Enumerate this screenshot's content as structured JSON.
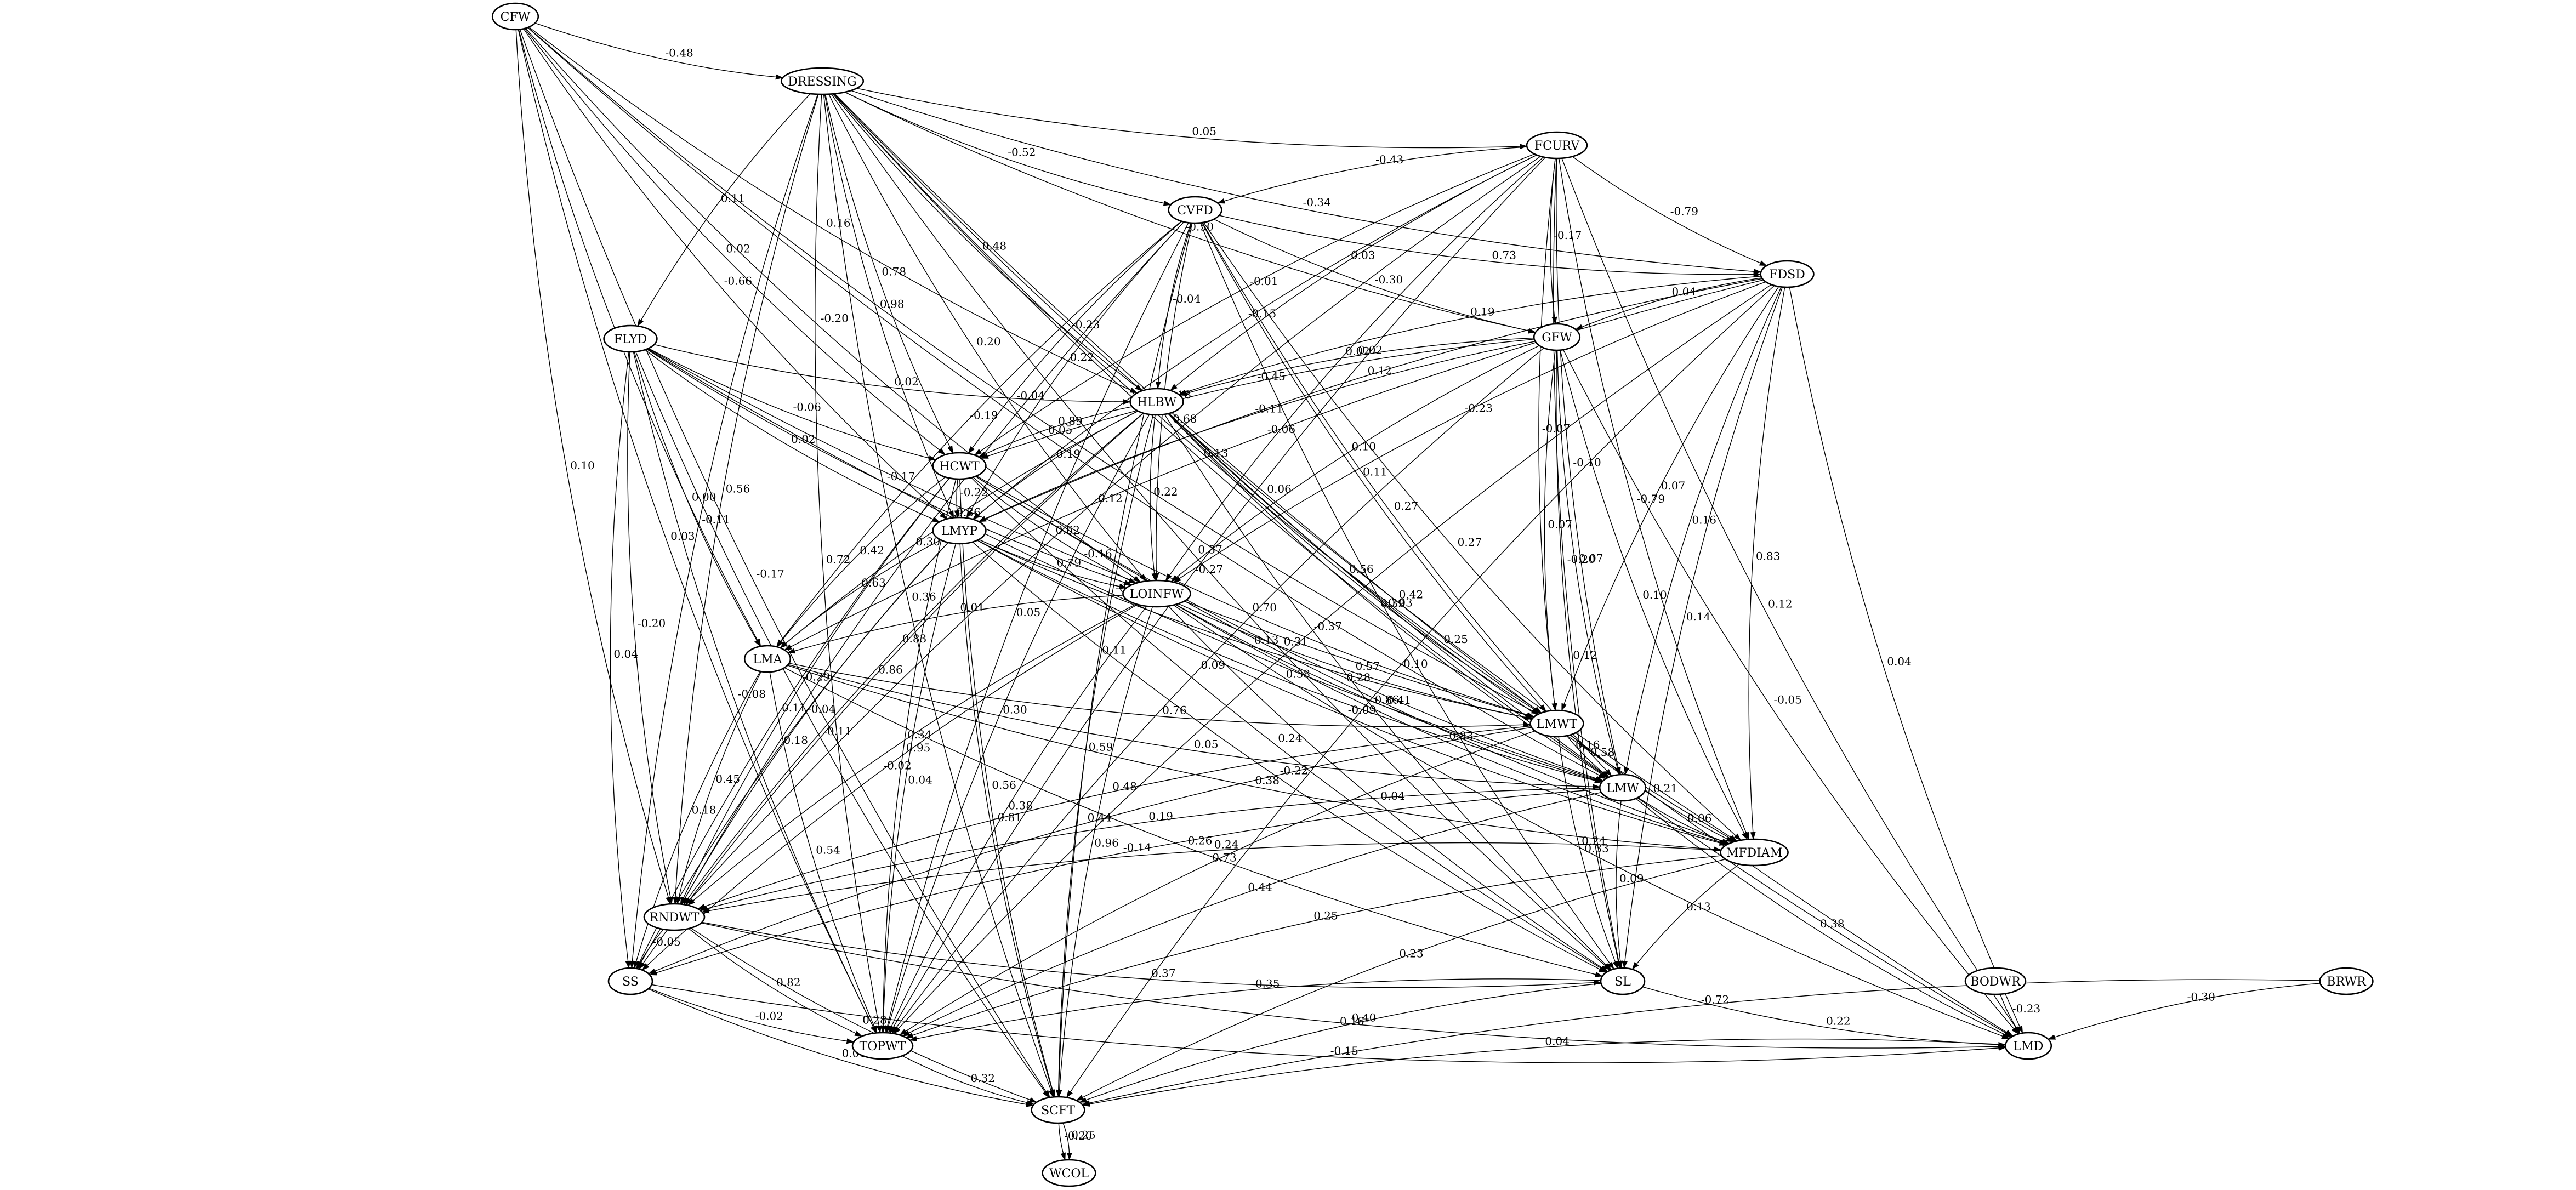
{
  "nodes": [
    {
      "id": "CFW",
      "label": "CFW"
    },
    {
      "id": "DRESSING",
      "label": "DRESSING"
    },
    {
      "id": "FCURV",
      "label": "FCURV"
    },
    {
      "id": "CVFD",
      "label": "CVFD"
    },
    {
      "id": "FDSD",
      "label": "FDSD"
    },
    {
      "id": "GFW",
      "label": "GFW"
    },
    {
      "id": "FLYD",
      "label": "FLYD"
    },
    {
      "id": "HLBW",
      "label": "HLBW"
    },
    {
      "id": "HCWT",
      "label": "HCWT"
    },
    {
      "id": "LMYP",
      "label": "LMYP"
    },
    {
      "id": "LOINFW",
      "label": "LOINFW"
    },
    {
      "id": "LMA",
      "label": "LMA"
    },
    {
      "id": "LMWT",
      "label": "LMWT"
    },
    {
      "id": "LMW",
      "label": "LMW"
    },
    {
      "id": "MFDIAM",
      "label": "MFDIAM"
    },
    {
      "id": "RNDWT",
      "label": "RNDWT"
    },
    {
      "id": "SL",
      "label": "SL"
    },
    {
      "id": "SS",
      "label": "SS"
    },
    {
      "id": "TOPWT",
      "label": "TOPWT"
    },
    {
      "id": "BODWR",
      "label": "BODWR"
    },
    {
      "id": "BRWR",
      "label": "BRWR"
    },
    {
      "id": "LMD",
      "label": "LMD"
    },
    {
      "id": "SCFT",
      "label": "SCFT"
    },
    {
      "id": "WCOL",
      "label": "WCOL"
    }
  ],
  "edges": [
    {
      "from": "CFW",
      "to": "DRESSING",
      "label": "-0.48"
    },
    {
      "from": "CFW",
      "to": "HLBW",
      "label": "0.16"
    },
    {
      "from": "CFW",
      "to": "HCWT",
      "label": "0.02"
    },
    {
      "from": "CFW",
      "to": "LMYP",
      "label": "-0.66"
    },
    {
      "from": "CFW",
      "to": "LOINFW",
      "label": "-0.20"
    },
    {
      "from": "CFW",
      "to": "LMA",
      "label": "0.11"
    },
    {
      "from": "CFW",
      "to": "RNDWT",
      "label": "0.10"
    },
    {
      "from": "CFW",
      "to": "TOPWT",
      "label": "0.03"
    },
    {
      "from": "CFW",
      "to": "LMWT",
      "label": "-0.04"
    },
    {
      "from": "CFW",
      "to": "LMW",
      "label": "0.05"
    },
    {
      "from": "CFW",
      "to": "SCFT",
      "label": "-0.17"
    },
    {
      "from": "DRESSING",
      "to": "FCURV",
      "label": "0.05"
    },
    {
      "from": "DRESSING",
      "to": "CVFD",
      "label": "-0.52"
    },
    {
      "from": "DRESSING",
      "to": "FLYD",
      "label": "0.11"
    },
    {
      "from": "DRESSING",
      "to": "HLBW",
      "label": "0.48"
    },
    {
      "from": "DRESSING",
      "to": "HCWT",
      "label": "0.78"
    },
    {
      "from": "DRESSING",
      "to": "LMYP",
      "label": "0.98"
    },
    {
      "from": "DRESSING",
      "to": "LOINFW",
      "label": "0.20"
    },
    {
      "from": "DRESSING",
      "to": "GFW",
      "label": "-0.50"
    },
    {
      "from": "DRESSING",
      "to": "FDSD",
      "label": "-0.34"
    },
    {
      "from": "DRESSING",
      "to": "LMWT",
      "label": "0.68"
    },
    {
      "from": "DRESSING",
      "to": "LMW",
      "label": "0.13"
    },
    {
      "from": "DRESSING",
      "to": "MFDIAM",
      "label": "0.06"
    },
    {
      "from": "DRESSING",
      "to": "SL",
      "label": "0.37"
    },
    {
      "from": "DRESSING",
      "to": "LMD",
      "label": "0.42"
    },
    {
      "from": "DRESSING",
      "to": "RNDWT",
      "label": "0.56"
    },
    {
      "from": "DRESSING",
      "to": "SS",
      "label": "-0.11"
    },
    {
      "from": "DRESSING",
      "to": "TOPWT",
      "label": "0.72"
    },
    {
      "from": "DRESSING",
      "to": "SCFT",
      "label": "0.36"
    },
    {
      "from": "FCURV",
      "to": "CVFD",
      "label": "-0.43"
    },
    {
      "from": "FCURV",
      "to": "FDSD",
      "label": "-0.79"
    },
    {
      "from": "FCURV",
      "to": "GFW",
      "label": "-0.17"
    },
    {
      "from": "FCURV",
      "to": "HLBW",
      "label": "0.03"
    },
    {
      "from": "FCURV",
      "to": "HCWT",
      "label": "-0.01"
    },
    {
      "from": "FCURV",
      "to": "LMYP",
      "label": "-0.15"
    },
    {
      "from": "FCURV",
      "to": "LOINFW",
      "label": "0.02"
    },
    {
      "from": "FCURV",
      "to": "LMWT",
      "label": "-0.07"
    },
    {
      "from": "FCURV",
      "to": "LMW",
      "label": "-0.10"
    },
    {
      "from": "FCURV",
      "to": "MFDIAM",
      "label": "-0.79"
    },
    {
      "from": "FCURV",
      "to": "SL",
      "label": "-0.20"
    },
    {
      "from": "FCURV",
      "to": "LMD",
      "label": "0.12"
    },
    {
      "from": "FCURV",
      "to": "RNDWT",
      "label": "-0.12"
    },
    {
      "from": "FCURV",
      "to": "TOPWT",
      "label": "-0.27"
    },
    {
      "from": "CVFD",
      "to": "FDSD",
      "label": "0.73"
    },
    {
      "from": "CVFD",
      "to": "GFW",
      "label": "-0.30"
    },
    {
      "from": "CVFD",
      "to": "HLBW",
      "label": "-0.04"
    },
    {
      "from": "CVFD",
      "to": "HCWT",
      "label": "-0.23"
    },
    {
      "from": "CVFD",
      "to": "LMYP",
      "label": "0.22"
    },
    {
      "from": "CVFD",
      "to": "LMA",
      "label": "-0.19"
    },
    {
      "from": "CVFD",
      "to": "LOINFW",
      "label": "0.18"
    },
    {
      "from": "CVFD",
      "to": "LMWT",
      "label": "0.11"
    },
    {
      "from": "CVFD",
      "to": "LMW",
      "label": "0.27"
    },
    {
      "from": "CVFD",
      "to": "MFDIAM",
      "label": "0.27"
    },
    {
      "from": "CVFD",
      "to": "SL",
      "label": "0.03"
    },
    {
      "from": "CVFD",
      "to": "RNDWT",
      "label": "0.30"
    },
    {
      "from": "CVFD",
      "to": "TOPWT",
      "label": "0.05"
    },
    {
      "from": "CVFD",
      "to": "SCFT",
      "label": "0.11"
    },
    {
      "from": "FDSD",
      "to": "GFW",
      "label": "0.04"
    },
    {
      "from": "FDSD",
      "to": "HLBW",
      "label": "0.19"
    },
    {
      "from": "FDSD",
      "to": "LMYP",
      "label": "0.12"
    },
    {
      "from": "FDSD",
      "to": "LOINFW",
      "label": "-0.23"
    },
    {
      "from": "FDSD",
      "to": "LMA",
      "label": "-0.06"
    },
    {
      "from": "FDSD",
      "to": "LMWT",
      "label": "0.07"
    },
    {
      "from": "FDSD",
      "to": "LMW",
      "label": "0.16"
    },
    {
      "from": "FDSD",
      "to": "MFDIAM",
      "label": "0.83"
    },
    {
      "from": "FDSD",
      "to": "SL",
      "label": "0.14"
    },
    {
      "from": "FDSD",
      "to": "TOPWT",
      "label": "-0.37"
    },
    {
      "from": "FDSD",
      "to": "LMD",
      "label": "0.04"
    },
    {
      "from": "FDSD",
      "to": "SCFT",
      "label": "-0.10"
    },
    {
      "from": "GFW",
      "to": "HLBW",
      "label": "0.02"
    },
    {
      "from": "GFW",
      "to": "HCWT",
      "label": "-0.45"
    },
    {
      "from": "GFW",
      "to": "LMYP",
      "label": "-0.11"
    },
    {
      "from": "GFW",
      "to": "LOINFW",
      "label": "0.10"
    },
    {
      "from": "GFW",
      "to": "LMWT",
      "label": "0.07"
    },
    {
      "from": "GFW",
      "to": "LMW",
      "label": "0.07"
    },
    {
      "from": "GFW",
      "to": "MFDIAM",
      "label": "0.10"
    },
    {
      "from": "GFW",
      "to": "SL",
      "label": "0.12"
    },
    {
      "from": "GFW",
      "to": "TOPWT",
      "label": "0.09"
    },
    {
      "from": "GFW",
      "to": "LMD",
      "label": "-0.05"
    },
    {
      "from": "FLYD",
      "to": "HLBW",
      "label": "0.02"
    },
    {
      "from": "FLYD",
      "to": "HCWT",
      "label": "-0.06"
    },
    {
      "from": "FLYD",
      "to": "LMYP",
      "label": "0.02"
    },
    {
      "from": "FLYD",
      "to": "LOINFW",
      "label": "-0.17"
    },
    {
      "from": "FLYD",
      "to": "LMA",
      "label": "0.00"
    },
    {
      "from": "FLYD",
      "to": "LMWT",
      "label": "-0.16"
    },
    {
      "from": "FLYD",
      "to": "LMW",
      "label": "-0.07"
    },
    {
      "from": "FLYD",
      "to": "RNDWT",
      "label": "-0.20"
    },
    {
      "from": "FLYD",
      "to": "SS",
      "label": "0.04"
    },
    {
      "from": "FLYD",
      "to": "TOPWT",
      "label": "-0.08"
    },
    {
      "from": "FLYD",
      "to": "SCFT",
      "label": "-0.11"
    },
    {
      "from": "HLBW",
      "to": "HCWT",
      "label": "0.89"
    },
    {
      "from": "HLBW",
      "to": "LMYP",
      "label": "0.19"
    },
    {
      "from": "HLBW",
      "to": "LOINFW",
      "label": "0.22"
    },
    {
      "from": "HLBW",
      "to": "LMA",
      "label": "0.36"
    },
    {
      "from": "HLBW",
      "to": "LMWT",
      "label": "0.56"
    },
    {
      "from": "HLBW",
      "to": "LMW",
      "label": "0.39"
    },
    {
      "from": "HLBW",
      "to": "MFDIAM",
      "label": "0.25"
    },
    {
      "from": "HLBW",
      "to": "SL",
      "label": "0.86"
    },
    {
      "from": "HLBW",
      "to": "TOPWT",
      "label": "0.30"
    },
    {
      "from": "HLBW",
      "to": "RNDWT",
      "label": "0.83"
    },
    {
      "from": "HLBW",
      "to": "SS",
      "label": "0.86"
    },
    {
      "from": "HLBW",
      "to": "LMD",
      "label": "0.16"
    },
    {
      "from": "HLBW",
      "to": "SCFT",
      "label": "0.59"
    },
    {
      "from": "HCWT",
      "to": "LMYP",
      "label": "-0.22"
    },
    {
      "from": "HCWT",
      "to": "LOINFW",
      "label": "0.62"
    },
    {
      "from": "HCWT",
      "to": "LMA",
      "label": "0.42"
    },
    {
      "from": "HCWT",
      "to": "LMWT",
      "label": "0.70"
    },
    {
      "from": "HCWT",
      "to": "LMW",
      "label": "0.31"
    },
    {
      "from": "HCWT",
      "to": "MFDIAM",
      "label": "0.28"
    },
    {
      "from": "HCWT",
      "to": "SL",
      "label": "0.24"
    },
    {
      "from": "HCWT",
      "to": "RNDWT",
      "label": "0.29"
    },
    {
      "from": "HCWT",
      "to": "SS",
      "label": "0.11"
    },
    {
      "from": "HCWT",
      "to": "TOPWT",
      "label": "0.95"
    },
    {
      "from": "HCWT",
      "to": "SCFT",
      "label": "0.56"
    },
    {
      "from": "LMYP",
      "to": "LOINFW",
      "label": "0.79"
    },
    {
      "from": "LMYP",
      "to": "LMA",
      "label": "0.63"
    },
    {
      "from": "LMYP",
      "to": "LMWT",
      "label": "0.13"
    },
    {
      "from": "LMYP",
      "to": "LMW",
      "label": "0.58"
    },
    {
      "from": "LMYP",
      "to": "MFDIAM",
      "label": "-0.09"
    },
    {
      "from": "LMYP",
      "to": "RNDWT",
      "label": "-0.04"
    },
    {
      "from": "LMYP",
      "to": "SS",
      "label": "0.18"
    },
    {
      "from": "LMYP",
      "to": "TOPWT",
      "label": "0.04"
    },
    {
      "from": "LMYP",
      "to": "SL",
      "label": "-0.22"
    },
    {
      "from": "LMYP",
      "to": "SCFT",
      "label": "-0.81"
    },
    {
      "from": "LOINFW",
      "to": "LMA",
      "label": "0.01"
    },
    {
      "from": "LOINFW",
      "to": "LMWT",
      "label": "0.57"
    },
    {
      "from": "LOINFW",
      "to": "LMW",
      "label": "0.41"
    },
    {
      "from": "LOINFW",
      "to": "MFDIAM",
      "label": "0.83"
    },
    {
      "from": "LOINFW",
      "to": "RNDWT",
      "label": "0.34"
    },
    {
      "from": "LOINFW",
      "to": "SS",
      "label": "-0.02"
    },
    {
      "from": "LOINFW",
      "to": "SL",
      "label": "0.04"
    },
    {
      "from": "LOINFW",
      "to": "TOPWT",
      "label": "0.38"
    },
    {
      "from": "LOINFW",
      "to": "SCFT",
      "label": "0.96"
    },
    {
      "from": "LOINFW",
      "to": "LMD",
      "label": "0.24"
    },
    {
      "from": "LMA",
      "to": "LMWT",
      "label": "0.76"
    },
    {
      "from": "LMA",
      "to": "LMW",
      "label": "0.05"
    },
    {
      "from": "LMA",
      "to": "MFDIAM",
      "label": "0.38"
    },
    {
      "from": "LMA",
      "to": "RNDWT",
      "label": "0.45"
    },
    {
      "from": "LMA",
      "to": "SS",
      "label": "0.18"
    },
    {
      "from": "LMA",
      "to": "TOPWT",
      "label": "0.54"
    },
    {
      "from": "LMA",
      "to": "SL",
      "label": "0.26"
    },
    {
      "from": "LMWT",
      "to": "LMW",
      "label": "0.58"
    },
    {
      "from": "LMWT",
      "to": "MFDIAM",
      "label": "0.21"
    },
    {
      "from": "LMWT",
      "to": "SL",
      "label": "0.33"
    },
    {
      "from": "LMWT",
      "to": "TOPWT",
      "label": "0.73"
    },
    {
      "from": "LMWT",
      "to": "SS",
      "label": "0.44"
    },
    {
      "from": "LMWT",
      "to": "RNDWT",
      "label": "0.48"
    },
    {
      "from": "LMW",
      "to": "MFDIAM",
      "label": "0.06"
    },
    {
      "from": "LMW",
      "to": "SL",
      "label": "0.09"
    },
    {
      "from": "LMW",
      "to": "TOPWT",
      "label": "0.44"
    },
    {
      "from": "LMW",
      "to": "LMD",
      "label": "0.38"
    },
    {
      "from": "LMW",
      "to": "RNDWT",
      "label": "0.19"
    },
    {
      "from": "LMW",
      "to": "SS",
      "label": "-0.14"
    },
    {
      "from": "MFDIAM",
      "to": "SL",
      "label": "0.13"
    },
    {
      "from": "MFDIAM",
      "to": "TOPWT",
      "label": "0.25"
    },
    {
      "from": "MFDIAM",
      "to": "SCFT",
      "label": "0.23"
    },
    {
      "from": "MFDIAM",
      "to": "RNDWT",
      "label": "0.24"
    },
    {
      "from": "RNDWT",
      "to": "SS",
      "label": "-0.05"
    },
    {
      "from": "RNDWT",
      "to": "SL",
      "label": "0.37"
    },
    {
      "from": "RNDWT",
      "to": "TOPWT",
      "label": "0.82"
    },
    {
      "from": "RNDWT",
      "to": "LMD",
      "label": "0.40"
    },
    {
      "from": "RNDWT",
      "to": "SCFT",
      "label": "0.28"
    },
    {
      "from": "SS",
      "to": "TOPWT",
      "label": "-0.02"
    },
    {
      "from": "SS",
      "to": "SCFT",
      "label": "0.01"
    },
    {
      "from": "SS",
      "to": "LMD",
      "label": "-0.15"
    },
    {
      "from": "SL",
      "to": "TOPWT",
      "label": "0.35"
    },
    {
      "from": "SL",
      "to": "LMD",
      "label": "0.22"
    },
    {
      "from": "SL",
      "to": "SCFT",
      "label": "0.16"
    },
    {
      "from": "TOPWT",
      "to": "SCFT",
      "label": "0.32"
    },
    {
      "from": "BODWR",
      "to": "LMD",
      "label": "-0.23"
    },
    {
      "from": "BRWR",
      "to": "LMD",
      "label": "-0.30"
    },
    {
      "from": "BRWR",
      "to": "SCFT",
      "label": "-0.72"
    },
    {
      "from": "LMD",
      "to": "SCFT",
      "label": "0.04"
    },
    {
      "from": "SCFT",
      "to": "WCOL",
      "label": "-0.20"
    },
    {
      "from": "SCFT",
      "to": "WCOL",
      "label": "0.25"
    }
  ]
}
